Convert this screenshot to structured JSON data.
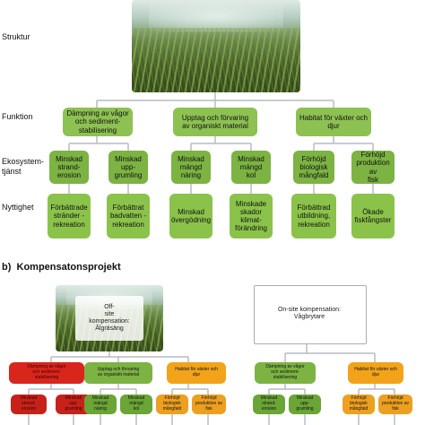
{
  "section_a": {
    "row_labels": {
      "struktur": "Struktur",
      "funktion": "Funktion",
      "ekosystem": "Ekosystem-\ntjänst",
      "nyttighet": "Nyttighet"
    },
    "functions": [
      "Dämpning av vågor\noch sediment-\nstabilisering",
      "Upptag och förvaring\nav organiskt material",
      "Habitat för växter och\ndjur"
    ],
    "services": [
      "Minskad\nstrand-\nerosion",
      "Minskad\nupp-\ngrumling",
      "Minskad\nmängd\nnäring",
      "Minskad\nmängd\nkol",
      "Förhöjd\nbiologisk\nmångfald",
      "Förhöjd\nproduktion av\nfisk"
    ],
    "benefits": [
      "Förbättrade\nstränder -\nrekreation",
      "Förbättrat\nbadvatten -\nrekreation",
      "Minskad\növergödning",
      "Minskade\nskador\nklimat-\nförändring",
      "Förbättrad\nutbildning,\nrekreation",
      "Ökade\nfiskfångster"
    ]
  },
  "section_b": {
    "title": "b)  Kompensatonsprojekt",
    "offsite_label": "Off-\nsite\nkompensation:\nÅlgräsäng",
    "onsite_label": "On-site kompensation:\nVågbrytare",
    "left_functions": [
      "Dämpning av vågor\noch sediment-\nstabilisering",
      "Upptag och förvaring\nav organiskt material",
      "Habitat för växter och\ndjur"
    ],
    "left_services": [
      "Minskad\nstrand-\nerosion",
      "Minskad\nupp-\ngrumling",
      "Minskad\nmängd\nnäring",
      "Minskad\nmängd\nkol",
      "Förhöjd\nbiologisk\nmångfald",
      "Förhöjd\nproduktion av\nfisk"
    ],
    "right_functions": [
      "Dämpning av vågor\noch sediment-\nstabilisering",
      "Habitat för växter och\ndjur"
    ],
    "right_services": [
      "Minskad\nstrand-\nerosion",
      "Minskad\nupp-\ngrumling",
      "Förhöjd\nbiologisk\nmångfald",
      "Förhöjd\nproduktion av\nfisk"
    ]
  },
  "colors": {
    "green": "#8dc152",
    "red": "#d9261c",
    "orange": "#f2a31a",
    "line": "#b7bcc4"
  },
  "images": {
    "seagrass_photo": "seagrass-meadow-photo"
  }
}
